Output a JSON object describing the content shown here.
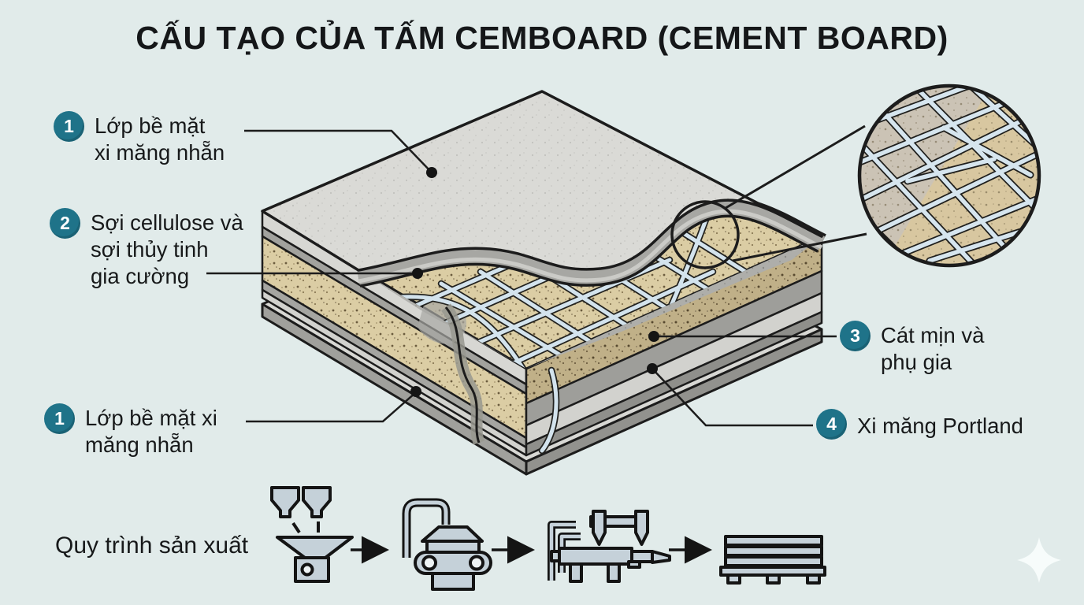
{
  "title": "CẤU TẠO CỦA TẤM CEMBOARD (CEMENT BOARD)",
  "colors": {
    "background": "#e1ebea",
    "badge_teal": "#1f7389",
    "text_dark": "#17191a",
    "outline": "#1c1c1c",
    "sand_core": "#dbcda4",
    "surface_gray": "#dadad6",
    "fiber_blue": "#d3e3ed",
    "machine_fill": "#c5d1d9"
  },
  "callouts": [
    {
      "num": "1",
      "lines": [
        "Lớp bề mặt",
        "xi măng nhẵn"
      ]
    },
    {
      "num": "2",
      "lines": [
        "Sợi cellulose và",
        "sợi thủy tinh",
        "gia cường"
      ]
    },
    {
      "num": "3",
      "lines": [
        "Cát mịn và",
        "phụ gia"
      ]
    },
    {
      "num": "4",
      "lines": [
        "Xi măng Portland"
      ]
    },
    {
      "num": "1",
      "lines": [
        "Lớp bề mặt xi",
        "măng nhẵn"
      ]
    }
  ],
  "process": {
    "label": "Quy trình sản xuất",
    "steps": [
      {
        "icon": "hopper-funnel-icon"
      },
      {
        "icon": "mixer-icon"
      },
      {
        "icon": "press-machine-icon"
      },
      {
        "icon": "board-stack-icon"
      }
    ]
  },
  "magnifier": {
    "content": "fiber-mesh-detail"
  }
}
